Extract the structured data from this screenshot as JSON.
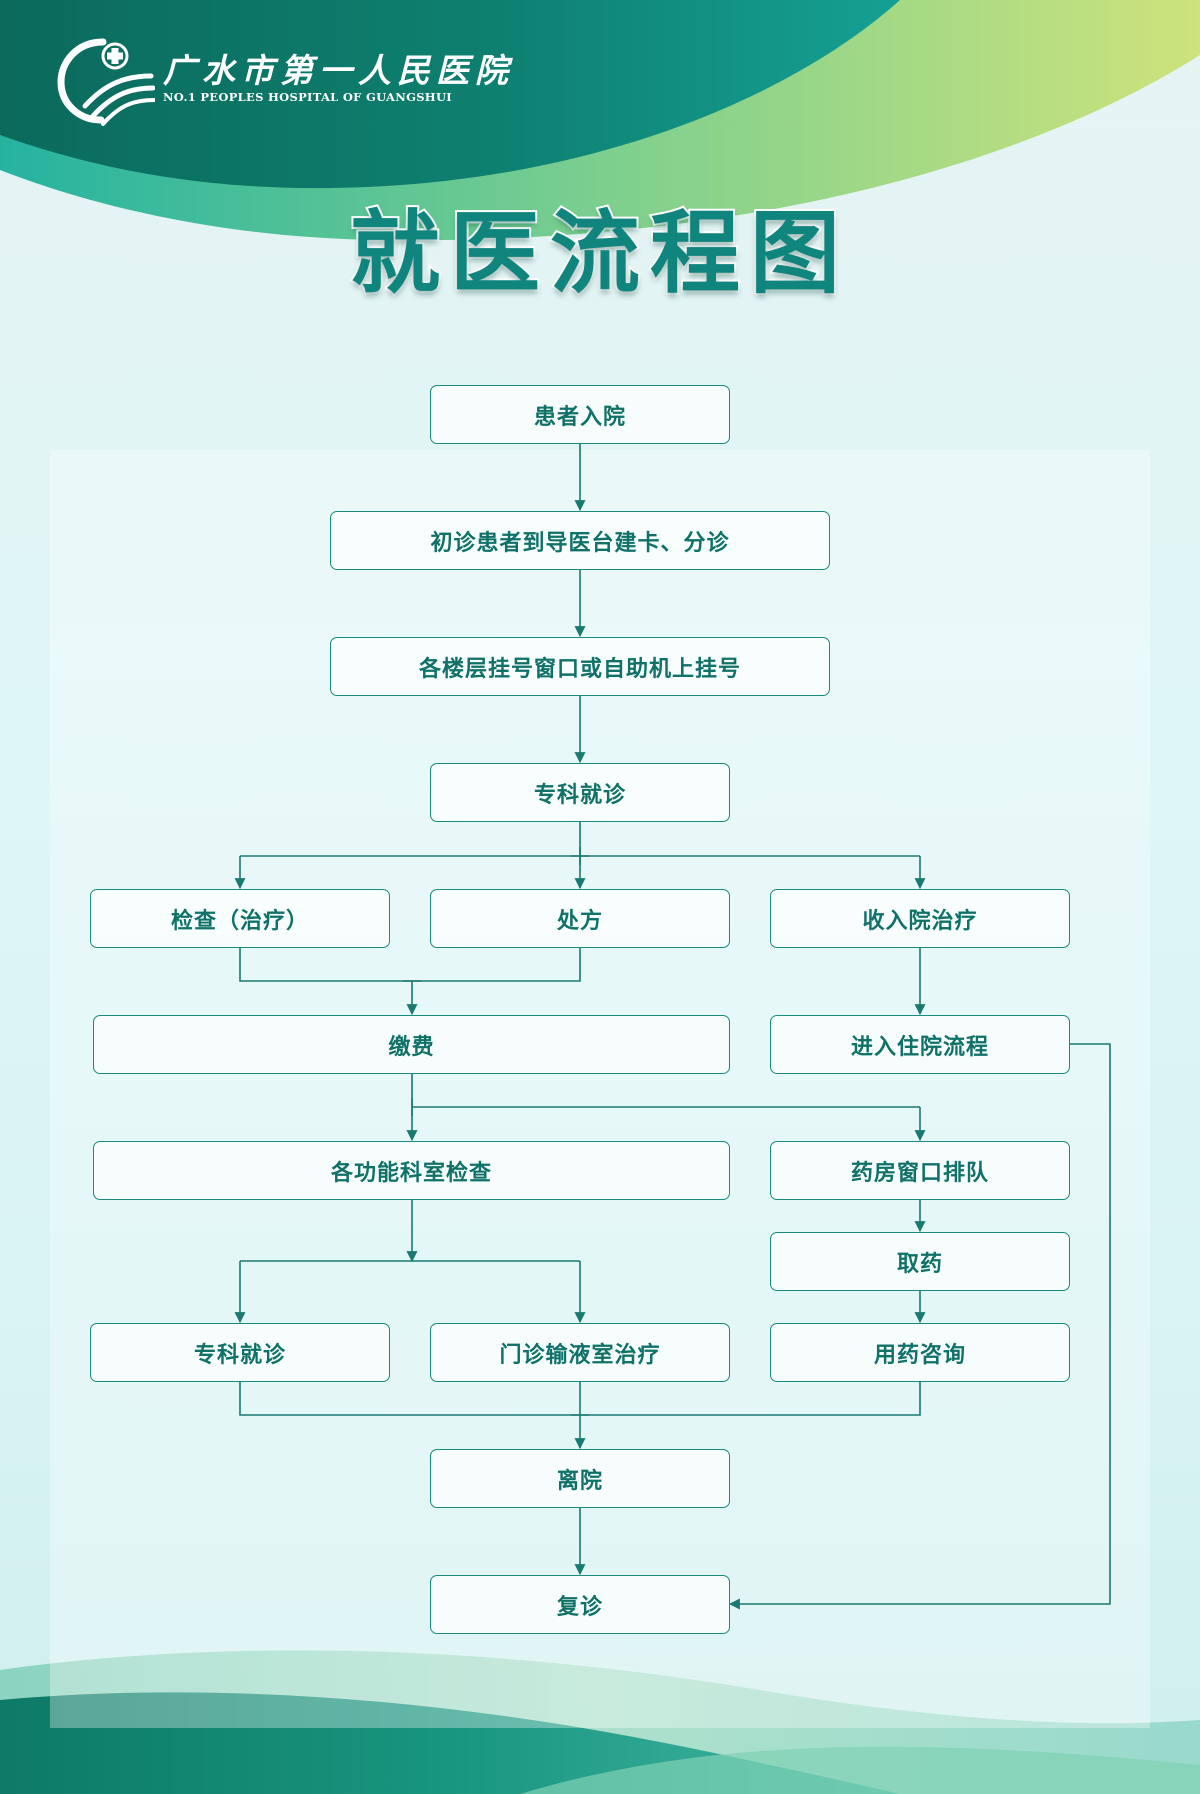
{
  "header": {
    "hospital_name_cn": "广水市第一人民医院",
    "hospital_name_en": "NO.1 PEOPLES HOSPITAL OF GUANGSHUI",
    "logo_icon": "hospital-logo-cross-icon"
  },
  "title": "就医流程图",
  "colors": {
    "primary": "#0f857e",
    "dark_green": "#0b6f5f",
    "teal": "#1fb1a0",
    "light_green": "#c4e07c",
    "node_border": "#1a8a7e",
    "node_text": "#0f7168",
    "line": "#1a7a70"
  },
  "flow": {
    "admission": "患者入院",
    "guide_desk": "初诊患者到导医台建卡、分诊",
    "registration": "各楼层挂号窗口或自助机上挂号",
    "specialist": "专科就诊",
    "examination": "检查（治疗）",
    "prescription": "处方",
    "hospitalization": "收入院治疗",
    "payment": "缴费",
    "inpatient_process": "进入住院流程",
    "function_exam": "各功能科室检查",
    "pharmacy_queue": "药房窗口排队",
    "collect_medicine": "取药",
    "specialist_again": "专科就诊",
    "infusion": "门诊输液室治疗",
    "medication_consult": "用药咨询",
    "discharge": "离院",
    "revisit": "复诊"
  }
}
